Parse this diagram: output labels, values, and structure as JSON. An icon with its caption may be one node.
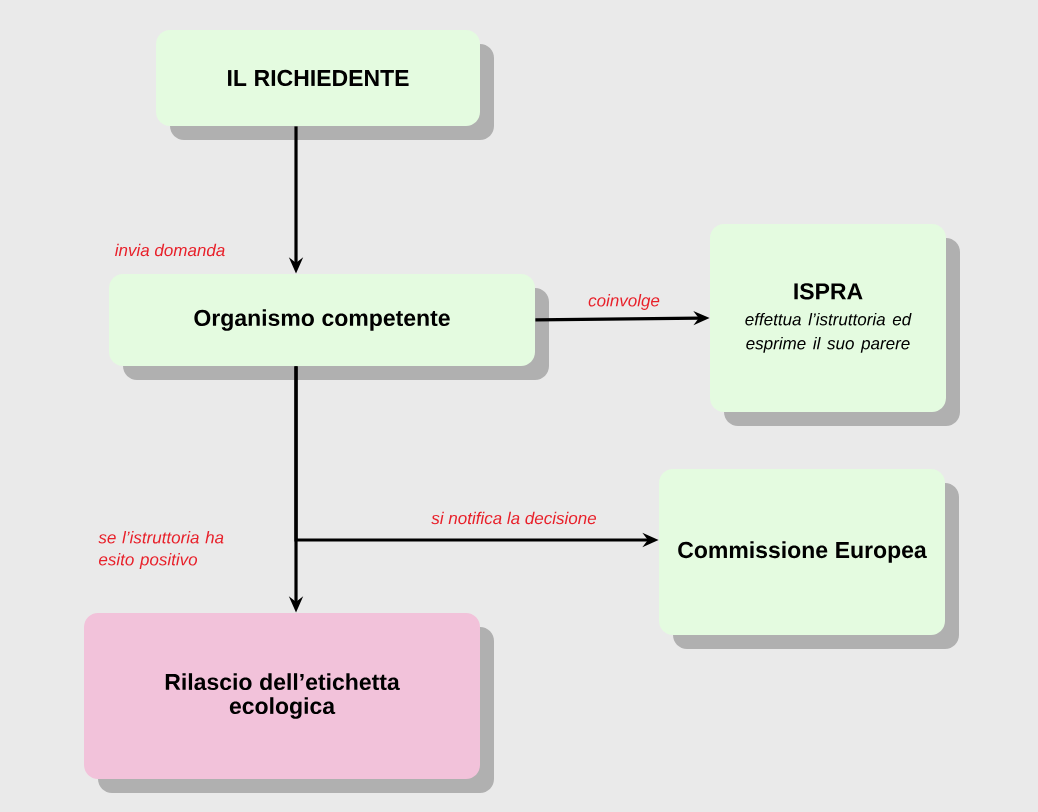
{
  "diagram": {
    "nodes": [
      {
        "text": [
          "IL RICHIEDENTE"
        ]
      },
      {
        "text": [
          "Organismo competente"
        ]
      },
      {
        "text": [
          "ISPRA",
          "effettua l’istruttoria ed esprime il suo parere"
        ]
      },
      {
        "text": [
          "Commissione Europea"
        ]
      },
      {
        "text": [
          "Rilascio dell’etichetta ecologica"
        ]
      }
    ],
    "edges": [
      {
        "from": 0,
        "to": 1,
        "arrow": "to",
        "label": "invia domanda"
      },
      {
        "from": 1,
        "to": 2,
        "arrow": "to",
        "label": "coinvolge"
      },
      {
        "from": 1,
        "to": 3,
        "arrow": "to",
        "label": "si notifica la decisione"
      },
      {
        "from": 1,
        "to": 4,
        "arrow": "to",
        "label": "se l’istruttoria ha esito positivo"
      }
    ]
  }
}
